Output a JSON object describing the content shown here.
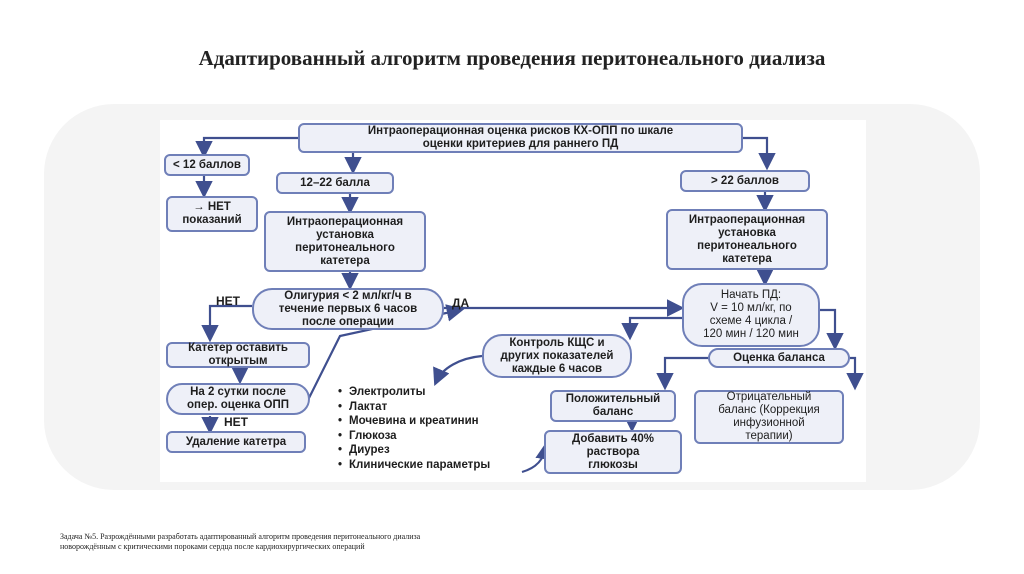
{
  "title": "Адаптированный алгоритм проведения перитонеального диализа",
  "diagram": {
    "top_box": "Интраоперационная оценка рисков КХ-ОПП по шкале\nоценки критериев для раннего ПД",
    "lt12": "< 12 баллов",
    "b12_22": "12–22 балла",
    "gt22": "> 22 баллов",
    "no_indications": "→ НЕТ\nпоказаний",
    "catheter_left": "Интраоперационная\nустановка\nперитонеального\nкатетера",
    "catheter_right": "Интраоперационная\nустановка\nперитонеального\nкатетера",
    "oliguria": "Олигурия < 2 мл/кг/ч в\nтечение первых 6 часов\nпосле операции",
    "label_no_1": "НЕТ",
    "label_yes": "ДА",
    "start_pd": "Начать ПД:\nV = 10 мл/кг, по\nсхеме 4 цикла /\n120 мин / 120 мин",
    "leave_open": "Катетер оставить\nоткрытым",
    "two_days": "На 2 сутки после\nопер. оценка ОПП",
    "label_no_2": "НЕТ",
    "remove_catheter": "Удаление катетра",
    "control": "Контроль КЩС и\nдругих показателей\nкаждые 6 часов",
    "balance": "Оценка баланса",
    "positive": "Положительный\nбаланс",
    "negative": "Отрицательный\nбаланс (Коррекция\nинфузионной\nтерапии)",
    "glucose": "Добавить 40%\nраствора\nглюкозы",
    "bullets": [
      "Электролиты",
      "Лактат",
      "Мочевина и креатинин",
      "Глюкоза",
      "Диурез",
      "Клинические параметры"
    ]
  },
  "footer": {
    "line1": "Задача №5. Разрождёнными разработать адаптированный алгоритм проведения перитонеального диализа",
    "line2": "новорождённым с критическими пороками сердца после кардиохирургических операций"
  },
  "colors": {
    "box_border": "#6f7fb8",
    "box_fill": "#eef0f8",
    "arrow": "#3f4f8f",
    "panel": "#f4f4f4"
  }
}
